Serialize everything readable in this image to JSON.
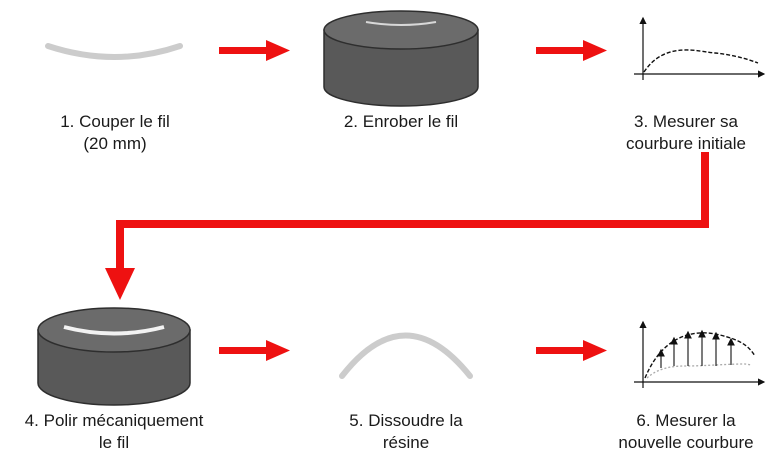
{
  "steps": [
    {
      "line1": "1. Couper le fil",
      "line2": "(20 mm)"
    },
    {
      "line1": "2. Enrober le fil",
      "line2": ""
    },
    {
      "line1": "3. Mesurer sa",
      "line2": "courbure initiale"
    },
    {
      "line1": "4. Polir mécaniquement",
      "line2": "le fil"
    },
    {
      "line1": "5. Dissoudre la",
      "line2": "résine"
    },
    {
      "line1": "6. Mesurer la",
      "line2": "nouvelle courbure"
    }
  ],
  "colors": {
    "arrow": "#ee1111",
    "wire": "#cccccc",
    "resin_side": "#595959",
    "resin_top": "#6b6b6b",
    "resin_edge": "#2e2e2e",
    "curve": "#111111",
    "curve_light": "#aaaaaa"
  }
}
